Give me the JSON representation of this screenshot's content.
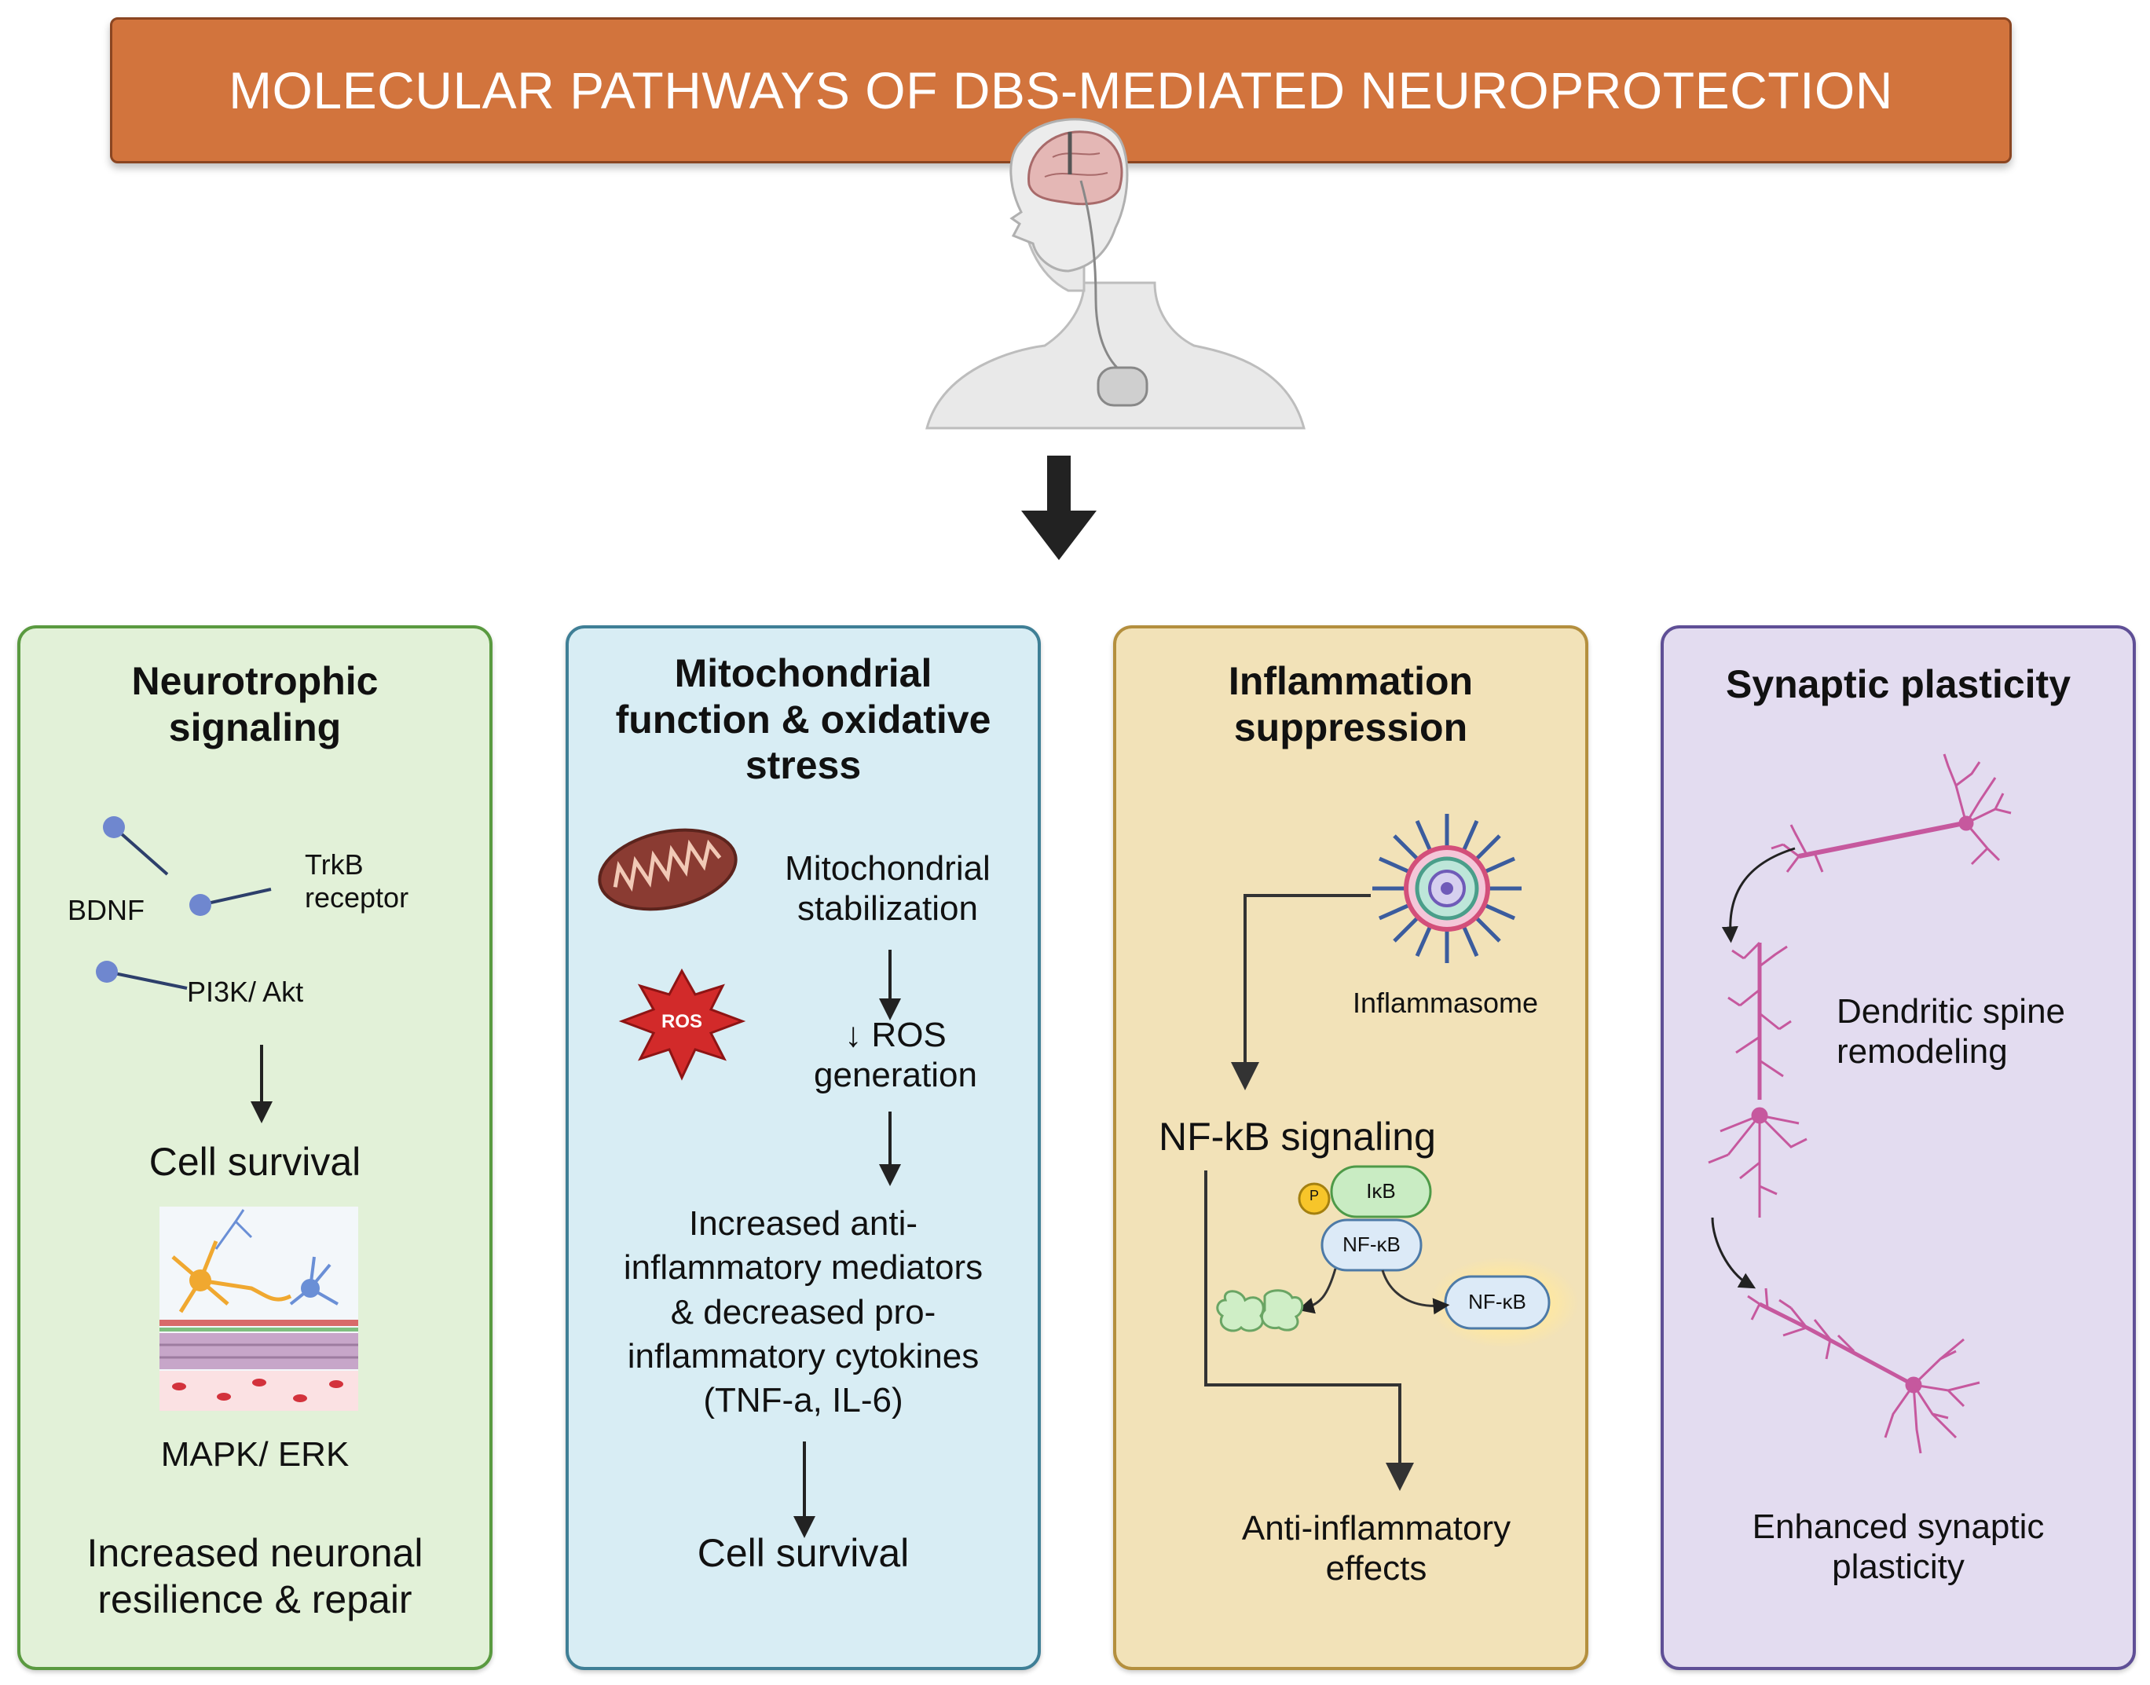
{
  "title": "MOLECULAR PATHWAYS OF DBS-MEDIATED NEUROPROTECTION",
  "panels": {
    "neurotrophic": {
      "heading_line1": "Neurotrophic",
      "heading_line2": "signaling",
      "bdnf": "BDNF",
      "trkb_line1": "TrkB",
      "trkb_line2": "receptor",
      "pi3k": "PI3K/ Akt",
      "cell_survival": "Cell survival",
      "mapk": "MAPK/ ERK",
      "outcome_line1": "Increased neuronal",
      "outcome_line2": "resilience & repair"
    },
    "mitochondrial": {
      "heading_line1": "Mitochondrial",
      "heading_line2": "function & oxidative",
      "heading_line3": "stress",
      "stab_line1": "Mitochondrial",
      "stab_line2": "stabilization",
      "ros_badge": "ROS",
      "ros_line1": "↓ ROS",
      "ros_line2": "generation",
      "med_line1": "Increased anti-",
      "med_line2": "inflammatory mediators",
      "med_line3": "& decreased pro-",
      "med_line4": "inflammatory cytokines",
      "med_line5": "(TNF-a, IL-6)",
      "cell_survival": "Cell survival"
    },
    "inflammation": {
      "heading_line1": "Inflammation",
      "heading_line2": "suppression",
      "inflammasome": "Inflammasome",
      "nfkb_signaling": "NF-kB signaling",
      "p_badge": "P",
      "ikb": "IκB",
      "nfkb_complex": "NF-κB",
      "nfkb_free": "NF-κB",
      "outcome_line1": "Anti-inflammatory",
      "outcome_line2": "effects"
    },
    "synaptic": {
      "heading": "Synaptic plasticity",
      "spine_line1": "Dendritic spine",
      "spine_line2": "remodeling",
      "outcome_line1": "Enhanced synaptic",
      "outcome_line2": "plasticity"
    }
  }
}
